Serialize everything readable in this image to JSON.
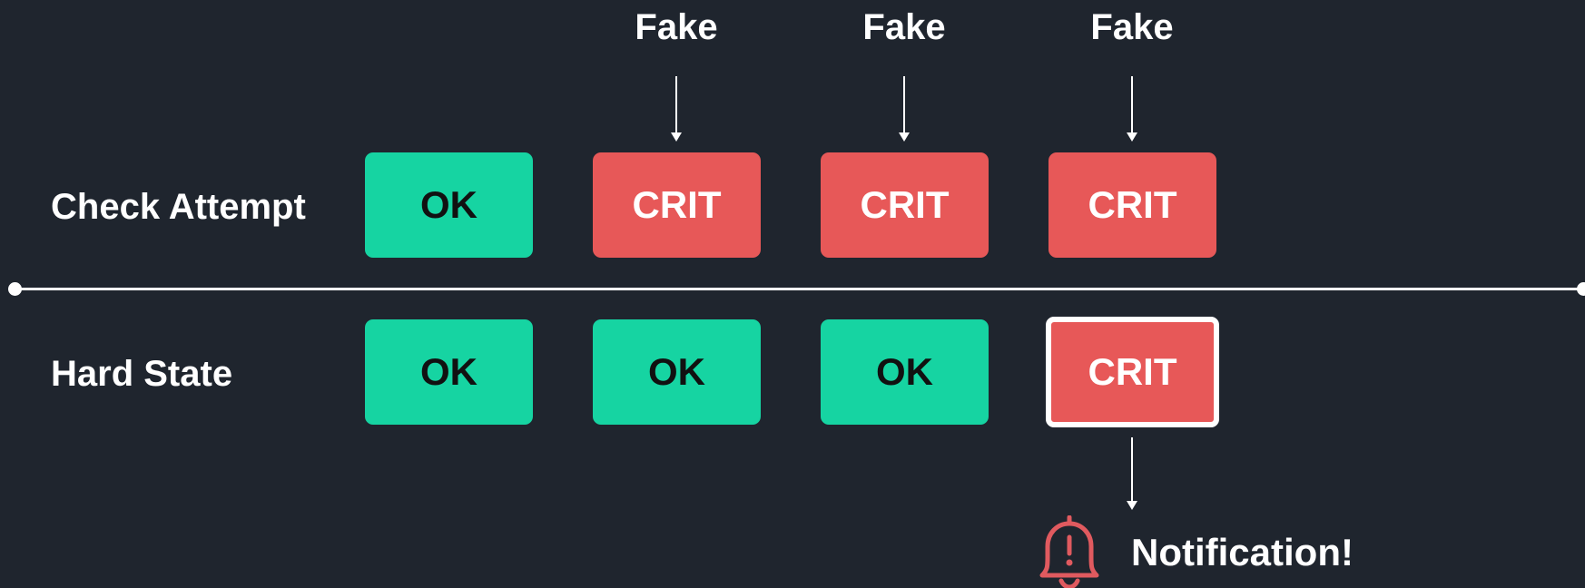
{
  "labels": {
    "check_attempt": "Check Attempt",
    "hard_state": "Hard State",
    "fake": "Fake",
    "notification": "Notification!"
  },
  "check_attempt_row": [
    {
      "state": "OK",
      "kind": "ok"
    },
    {
      "state": "CRIT",
      "kind": "crit",
      "fake": true
    },
    {
      "state": "CRIT",
      "kind": "crit",
      "fake": true
    },
    {
      "state": "CRIT",
      "kind": "crit",
      "fake": true
    }
  ],
  "hard_state_row": [
    {
      "state": "OK",
      "kind": "ok"
    },
    {
      "state": "OK",
      "kind": "ok"
    },
    {
      "state": "OK",
      "kind": "ok"
    },
    {
      "state": "CRIT",
      "kind": "crit",
      "highlighted": true
    }
  ],
  "colors": {
    "background": "#1f252e",
    "ok": "#16d4a2",
    "crit": "#e75858",
    "bell": "#e05a5f"
  },
  "icons": {
    "notification": "bell-alert-icon"
  }
}
